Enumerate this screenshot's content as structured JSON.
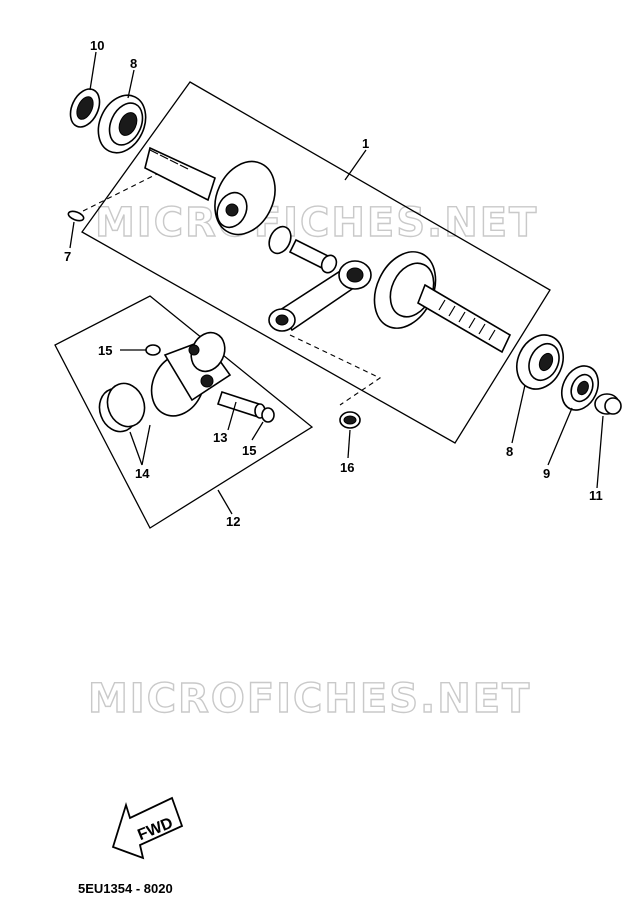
{
  "watermark": {
    "text": "MICROFICHES.NET"
  },
  "callouts": {
    "c1": "1",
    "c7": "7",
    "c8_top": "8",
    "c8_right": "8",
    "c9": "9",
    "c10": "10",
    "c11": "11",
    "c12": "12",
    "c13": "13",
    "c14": "14",
    "c15_left": "15",
    "c15_right": "15",
    "c16": "16"
  },
  "fwd_label": "FWD",
  "footer": {
    "code": "5EU1354 - 8020"
  },
  "icons": [
    "fwd-arrow-icon"
  ]
}
